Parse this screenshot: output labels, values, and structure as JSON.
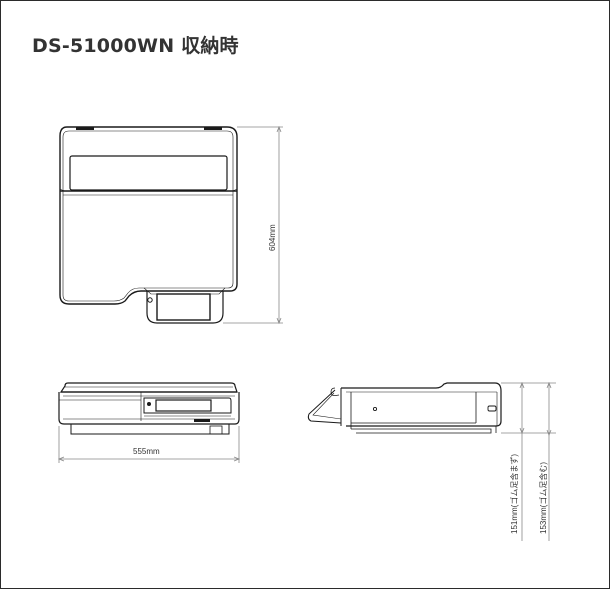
{
  "title": "DS-51000WN 収納時",
  "views": {
    "top": {
      "name": "top-view",
      "depth_label": "604mm"
    },
    "front": {
      "name": "front-view",
      "width_label": "555mm"
    },
    "side": {
      "name": "side-view",
      "height_without_feet_label": "151mm(ゴム足含まず)",
      "height_with_feet_label": "153mm(ゴム足含む)"
    }
  },
  "colors": {
    "line": "#1a1a1a",
    "dimension_line": "#888888",
    "text": "#333333",
    "border": "#2b2b2b"
  }
}
